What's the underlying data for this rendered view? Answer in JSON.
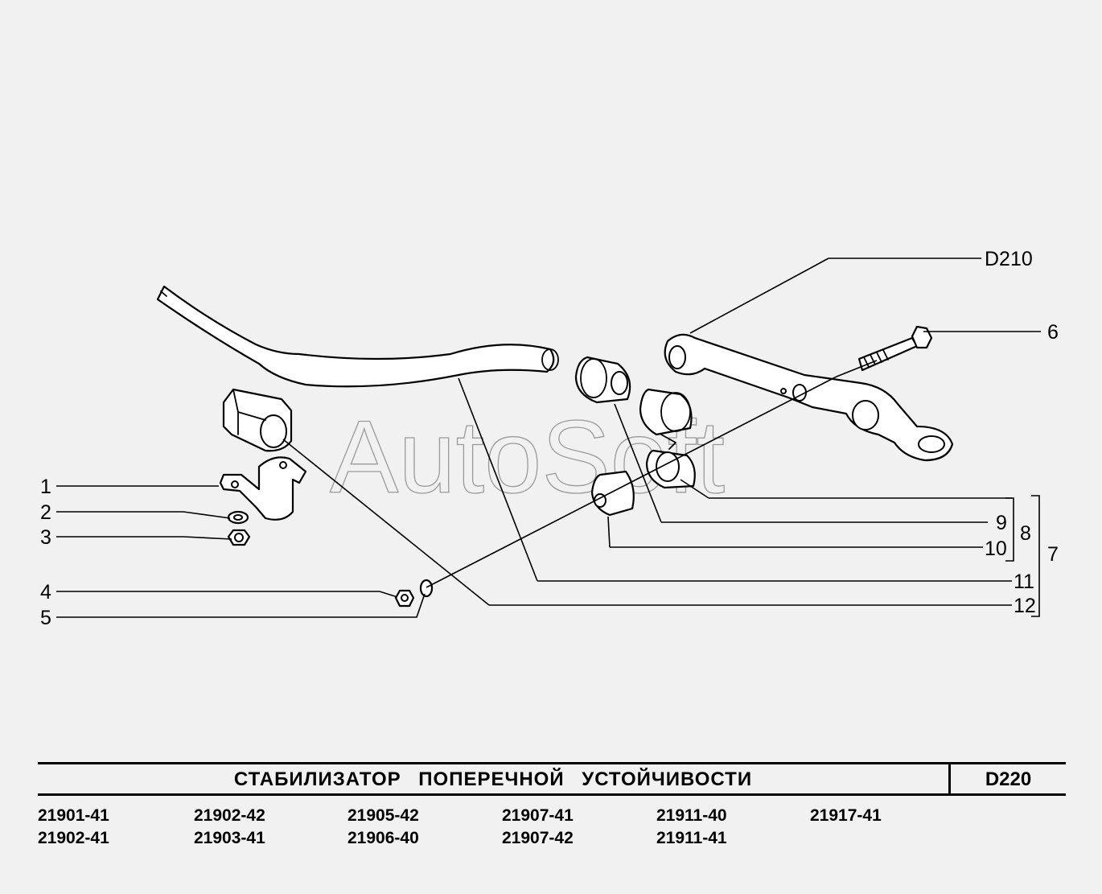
{
  "watermark": "AutoSoft",
  "title": "СТАБИЛИЗАТОР   ПОПЕРЕЧНОЙ   УСТОЙЧИВОСТИ",
  "page_code": "D220",
  "callouts": {
    "c1": "1",
    "c2": "2",
    "c3": "3",
    "c4": "4",
    "c5": "5",
    "c6": "6",
    "c7": "7",
    "c8": "8",
    "c9": "9",
    "c10": "10",
    "c11": "11",
    "c12": "12",
    "ref": "D210"
  },
  "models": [
    [
      "21901-41",
      "21902-41"
    ],
    [
      "21902-42",
      "21903-41"
    ],
    [
      "21905-42",
      "21906-40"
    ],
    [
      "21907-41",
      "21907-42"
    ],
    [
      "21911-40",
      "21911-41"
    ],
    [
      "21917-41"
    ]
  ]
}
